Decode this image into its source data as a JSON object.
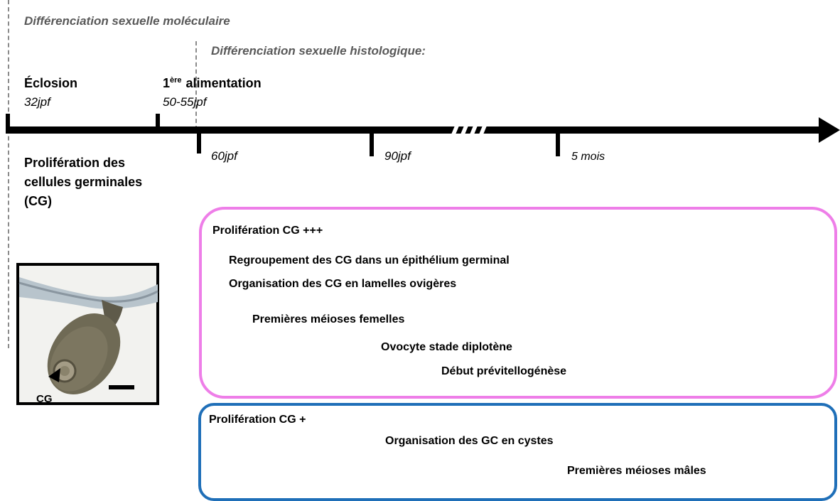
{
  "titles": {
    "molecular": "Différenciation sexuelle moléculaire",
    "histological": "Différenciation sexuelle histologique:"
  },
  "events": {
    "hatching": {
      "label": "Éclosion",
      "time": "32jpf"
    },
    "first_feeding": {
      "label_sup": "1ère",
      "label": "alimentation",
      "time": "50-55jpf"
    }
  },
  "timeline_ticks": [
    "60jpf",
    "90jpf",
    "5 mois"
  ],
  "proliferation_left": [
    "Prolifération des",
    "cellules germinales",
    "(CG)"
  ],
  "micrograph": {
    "label": "CG"
  },
  "female_box": {
    "color": "#ee7ee8",
    "lines": [
      "Prolifération  CG +++",
      "Regroupement des CG dans un épithélium germinal",
      "Organisation des CG en lamelles ovigères",
      "Premières méioses femelles",
      "Ovocyte stade diplotène",
      "Début prévitellogénèse"
    ]
  },
  "male_box": {
    "color": "#1f6fb8",
    "lines": [
      "Prolifération  CG +",
      "Organisation des GC en cystes",
      "Premières méioses mâles"
    ]
  }
}
